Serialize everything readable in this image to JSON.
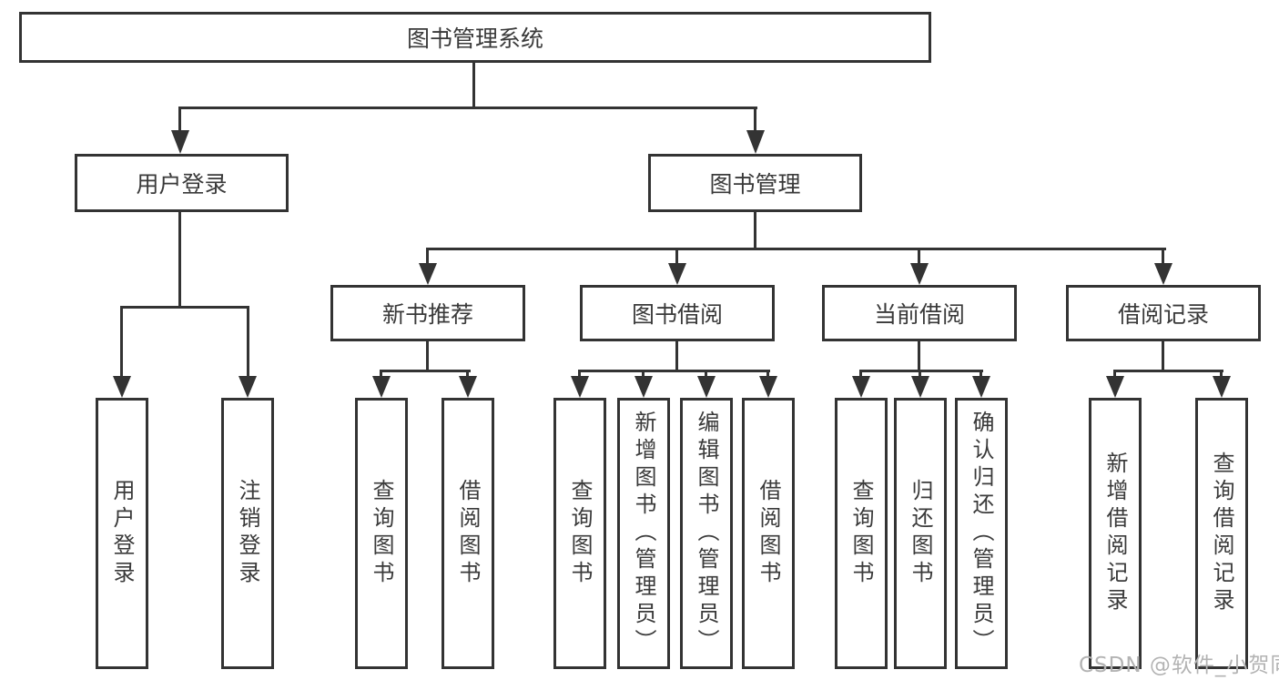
{
  "diagram": {
    "title": "图书管理系统",
    "branches": {
      "user_login": {
        "label": "用户登录",
        "children": {
          "login": {
            "label": "用户登录"
          },
          "logout": {
            "label": "注销登录"
          }
        }
      },
      "book_mgmt": {
        "label": "图书管理",
        "children": {
          "new_books": {
            "label": "新书推荐",
            "children": {
              "query": {
                "label": "查询图书"
              },
              "borrow": {
                "label": "借阅图书"
              }
            }
          },
          "book_borrow": {
            "label": "图书借阅",
            "children": {
              "query": {
                "label": "查询图书"
              },
              "add": {
                "label": "新增图书（管理员）"
              },
              "edit": {
                "label": "编辑图书（管理员）"
              },
              "borrow": {
                "label": "借阅图书"
              }
            }
          },
          "current_borrow": {
            "label": "当前借阅",
            "children": {
              "query": {
                "label": "查询图书"
              },
              "return": {
                "label": "归还图书"
              },
              "confirm": {
                "label": "确认归还（管理员）"
              }
            }
          },
          "borrow_records": {
            "label": "借阅记录",
            "children": {
              "add": {
                "label": "新增借阅记录"
              },
              "query": {
                "label": "查询借阅记录"
              }
            }
          }
        }
      }
    }
  },
  "watermark": {
    "text": "CSDN @软件_小贺同学",
    "color": "#b3b3b3"
  },
  "colors": {
    "line": "#333333",
    "text": "#3a3a3a",
    "background": "#ffffff"
  }
}
